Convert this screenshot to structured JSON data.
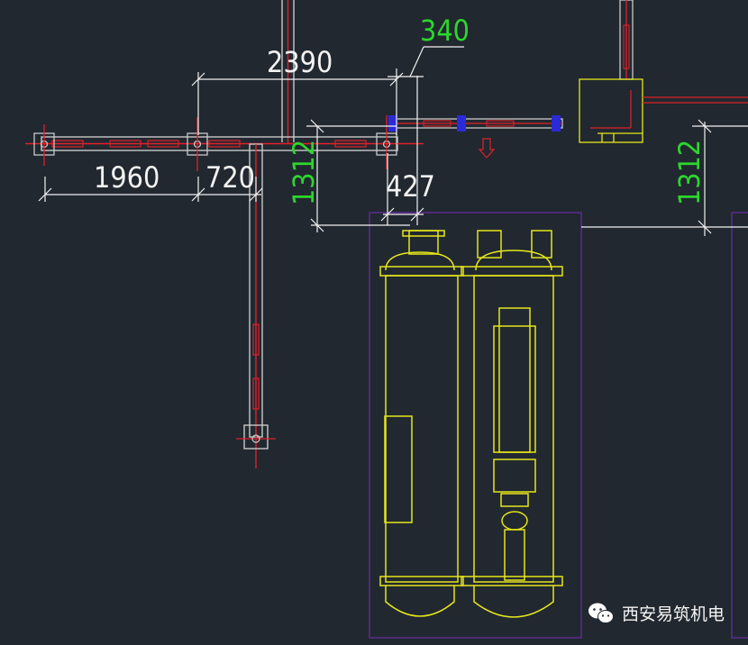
{
  "dimensions": {
    "d2390": "2390",
    "d340": "340",
    "d1960": "1960",
    "d720": "720",
    "d1312_left": "1312",
    "d427": "427",
    "d1312_right": "1312"
  },
  "watermark": {
    "text": "西安易筑机电",
    "icon": "wechat-icon"
  },
  "colors": {
    "background": "#212830",
    "dimension_text": "#f2f2f2",
    "dimension_text_highlight": "#2dd62d",
    "duct_outline": "#c9c9c9",
    "duct_centerline": "#e0202a",
    "equipment": "#e6e61a",
    "equipment_frame": "#5a2a8a",
    "valve_marker": "#2a2ad8"
  }
}
